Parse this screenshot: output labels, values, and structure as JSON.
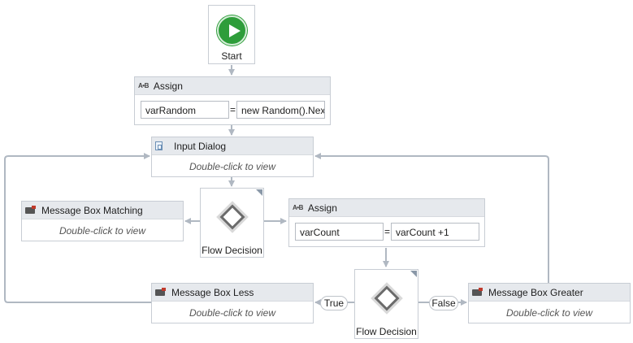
{
  "start": {
    "label": "Start"
  },
  "assign_random": {
    "title": "Assign",
    "to": "varRandom",
    "value": "new Random().Nex"
  },
  "input_dialog": {
    "title": "Input Dialog",
    "hint": "Double-click to view"
  },
  "msg_matching": {
    "title": "Message Box Matching",
    "hint": "Double-click to view"
  },
  "decision1": {
    "label": "Flow Decision"
  },
  "assign_count": {
    "title": "Assign",
    "to": "varCount",
    "value": "varCount +1"
  },
  "msg_less": {
    "title": "Message Box Less",
    "hint": "Double-click to view"
  },
  "decision2": {
    "label": "Flow Decision",
    "true_label": "True",
    "false_label": "False"
  },
  "msg_greater": {
    "title": "Message Box Greater",
    "hint": "Double-click to view"
  },
  "equals_sign": "=",
  "colors": {
    "start_green": "#2e9d3a",
    "header_bg": "#e6e9ed",
    "wire": "#b0b8c2"
  },
  "icons": [
    "assign-icon",
    "input-dialog-icon",
    "message-box-icon",
    "decision-diamond-icon",
    "start-play-icon"
  ]
}
